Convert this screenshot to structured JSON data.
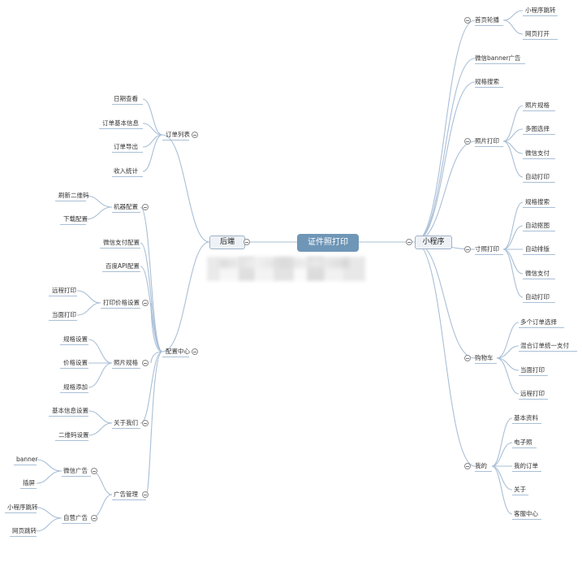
{
  "root": "证件照打印",
  "left_branch": {
    "label": "后端",
    "order_list": {
      "label": "订单列表",
      "items": [
        "日期查看",
        "订单基本信息",
        "订单导出",
        "收入统计"
      ]
    },
    "config_center": {
      "label": "配置中心",
      "machine_config": {
        "label": "机器配置",
        "items": [
          "刷新二维码",
          "下载配置"
        ]
      },
      "wechat_pay_config": "微信支付配置",
      "baidu_api_config": "百度API配置",
      "print_price": {
        "label": "打印价格设置",
        "items": [
          "远程打印",
          "当面打印"
        ]
      },
      "photo_spec": {
        "label": "照片规格",
        "items": [
          "规格设置",
          "价格设置",
          "规格添加"
        ]
      },
      "about_us": {
        "label": "关于我们",
        "items": [
          "基本信息设置",
          "二维码设置"
        ]
      },
      "ad_management": {
        "label": "广告管理",
        "wechat_ad": {
          "label": "微信广告",
          "items": [
            "banner",
            "插屏"
          ]
        },
        "own_ad": {
          "label": "自营广告",
          "items": [
            "小程序跳转",
            "网页跳转"
          ]
        }
      }
    }
  },
  "right_branch": {
    "label": "小程序",
    "home_carousel": {
      "label": "首页轮播",
      "items": [
        "小程序跳转",
        "网页打开"
      ]
    },
    "wechat_banner": "微信banner广告",
    "spec_search": "规格搜索",
    "photo_print": {
      "label": "照片打印",
      "items": [
        "照片规格",
        "多图选择",
        "微信支付",
        "自动打印"
      ]
    },
    "size_print": {
      "label": "寸照打印",
      "items": [
        "规格搜索",
        "自动抠图",
        "自动排版",
        "微信支付",
        "自动打印"
      ]
    },
    "cart": {
      "label": "购物车",
      "items": [
        "多个订单选择",
        "混合订单统一支付",
        "当面打印",
        "远程打印"
      ]
    },
    "mine": {
      "label": "我的",
      "items": [
        "基本资料",
        "电子照",
        "我的订单",
        "关于",
        "客服中心"
      ]
    }
  },
  "colors": {
    "root_fill": "#6f96b6",
    "branch_fill": "#eef2f6",
    "connector": "#a9bfd6"
  }
}
